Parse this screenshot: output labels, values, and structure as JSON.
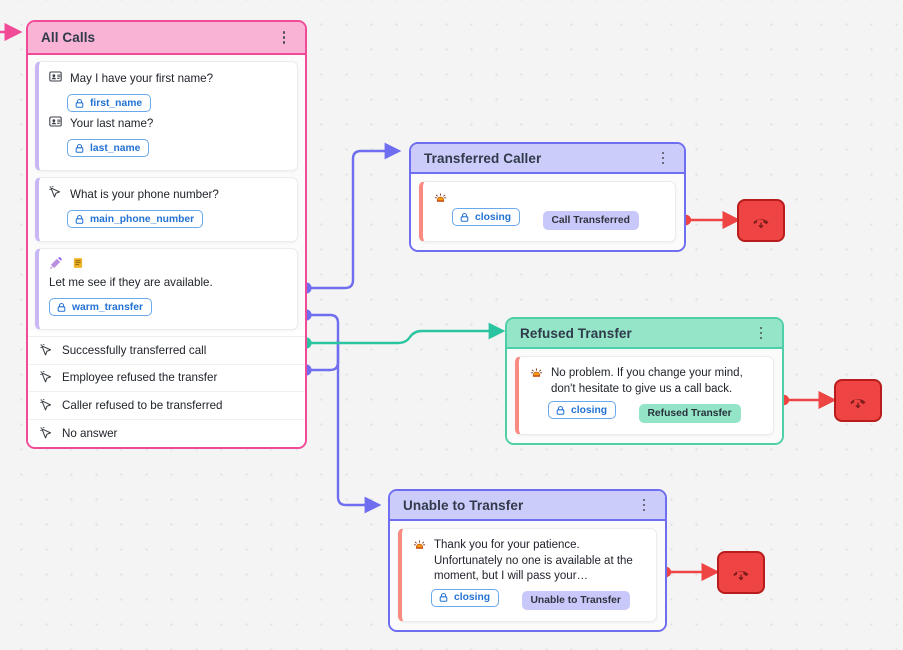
{
  "canvas": {
    "background_color": "#f4f4f4",
    "dot_color": "#e0e0e0"
  },
  "colors": {
    "pink_border": "#ef4b96",
    "pink_header": "#f9b3d4",
    "purple_border": "#6f6df0",
    "purple_header": "#ccccfb",
    "green_border": "#4ecfa8",
    "green_header": "#95e5c8",
    "red_end": "#ef4444",
    "red_end_border": "#b91c1c",
    "pill_blue": "#2272d4",
    "accent_salmon": "#fa8b82",
    "accent_lavender": "#c9b7f5"
  },
  "nodes": {
    "all_calls": {
      "title": "All Calls",
      "menu_icon": "kebab-menu-icon",
      "blocks": [
        {
          "lines": [
            {
              "icon": "contact-card-icon",
              "text": "May I have your first name?"
            },
            {
              "icon": "pill",
              "text": "first_name"
            },
            {
              "icon": "contact-card-icon",
              "text": "Your last name?"
            },
            {
              "icon": "pill",
              "text": "last_name"
            }
          ]
        },
        {
          "lines": [
            {
              "icon": "cursor-click-icon",
              "text": "What is your phone number?"
            },
            {
              "icon": "pill",
              "text": "main_phone_number"
            }
          ]
        },
        {
          "lines": [
            {
              "icon": "magic-wand-icon",
              "text": ""
            },
            {
              "icon": "note-icon",
              "text": ""
            },
            {
              "icon": "none",
              "text": "Let me see if they are available."
            },
            {
              "icon": "pill",
              "text": "warm_transfer"
            }
          ]
        }
      ],
      "outcomes": [
        {
          "icon": "cursor-click-icon",
          "label": "Successfully transferred call",
          "handle_color": "#6f6df0"
        },
        {
          "icon": "cursor-click-icon",
          "label": "Employee refused the transfer",
          "handle_color": "#6f6df0"
        },
        {
          "icon": "cursor-click-icon",
          "label": "Caller refused to be transferred",
          "handle_color": "#2bc4a0"
        },
        {
          "icon": "cursor-click-icon",
          "label": "No answer",
          "handle_color": "#6f6df0"
        }
      ]
    },
    "transferred_caller": {
      "title": "Transferred Caller",
      "menu_icon": "kebab-menu-icon",
      "emoji_icon": "alarm-bell-icon",
      "message": "",
      "pill": "closing",
      "tag": "Call Transferred",
      "tag_style": "purple"
    },
    "refused_transfer": {
      "title": "Refused Transfer",
      "menu_icon": "kebab-menu-icon",
      "emoji_icon": "alarm-bell-icon",
      "message": "No problem. If you change your mind, don't hesitate to give us a call back.",
      "pill": "closing",
      "tag": "Refused Transfer",
      "tag_style": "green"
    },
    "unable_to_transfer": {
      "title": "Unable to Transfer",
      "menu_icon": "kebab-menu-icon",
      "emoji_icon": "alarm-bell-icon",
      "message": "Thank you for your patience. Unfortunately no one is available at the moment, but I will pass your…",
      "pill": "closing",
      "tag": "Unable to Transfer",
      "tag_style": "purple"
    }
  },
  "end_nodes": [
    {
      "name": "end-call-transferred",
      "icon": "hangup-phone-icon"
    },
    {
      "name": "end-call-refused",
      "icon": "hangup-phone-icon"
    },
    {
      "name": "end-call-unable",
      "icon": "hangup-phone-icon"
    }
  ],
  "edges": [
    {
      "from": "entry",
      "to": "all_calls",
      "color": "#ef4b96"
    },
    {
      "from": "all_calls.outcome0",
      "to": "transferred_caller",
      "color": "#6f6df0"
    },
    {
      "from": "all_calls.outcome1",
      "to": "unable_to_transfer",
      "color": "#6f6df0"
    },
    {
      "from": "all_calls.outcome2",
      "to": "refused_transfer",
      "color": "#2bc4a0"
    },
    {
      "from": "all_calls.outcome3",
      "to": "unable_to_transfer",
      "color": "#6f6df0"
    },
    {
      "from": "transferred_caller",
      "to": "end-call-transferred",
      "color": "#ef4444"
    },
    {
      "from": "refused_transfer",
      "to": "end-call-refused",
      "color": "#ef4444"
    },
    {
      "from": "unable_to_transfer",
      "to": "end-call-unable",
      "color": "#ef4444"
    }
  ]
}
